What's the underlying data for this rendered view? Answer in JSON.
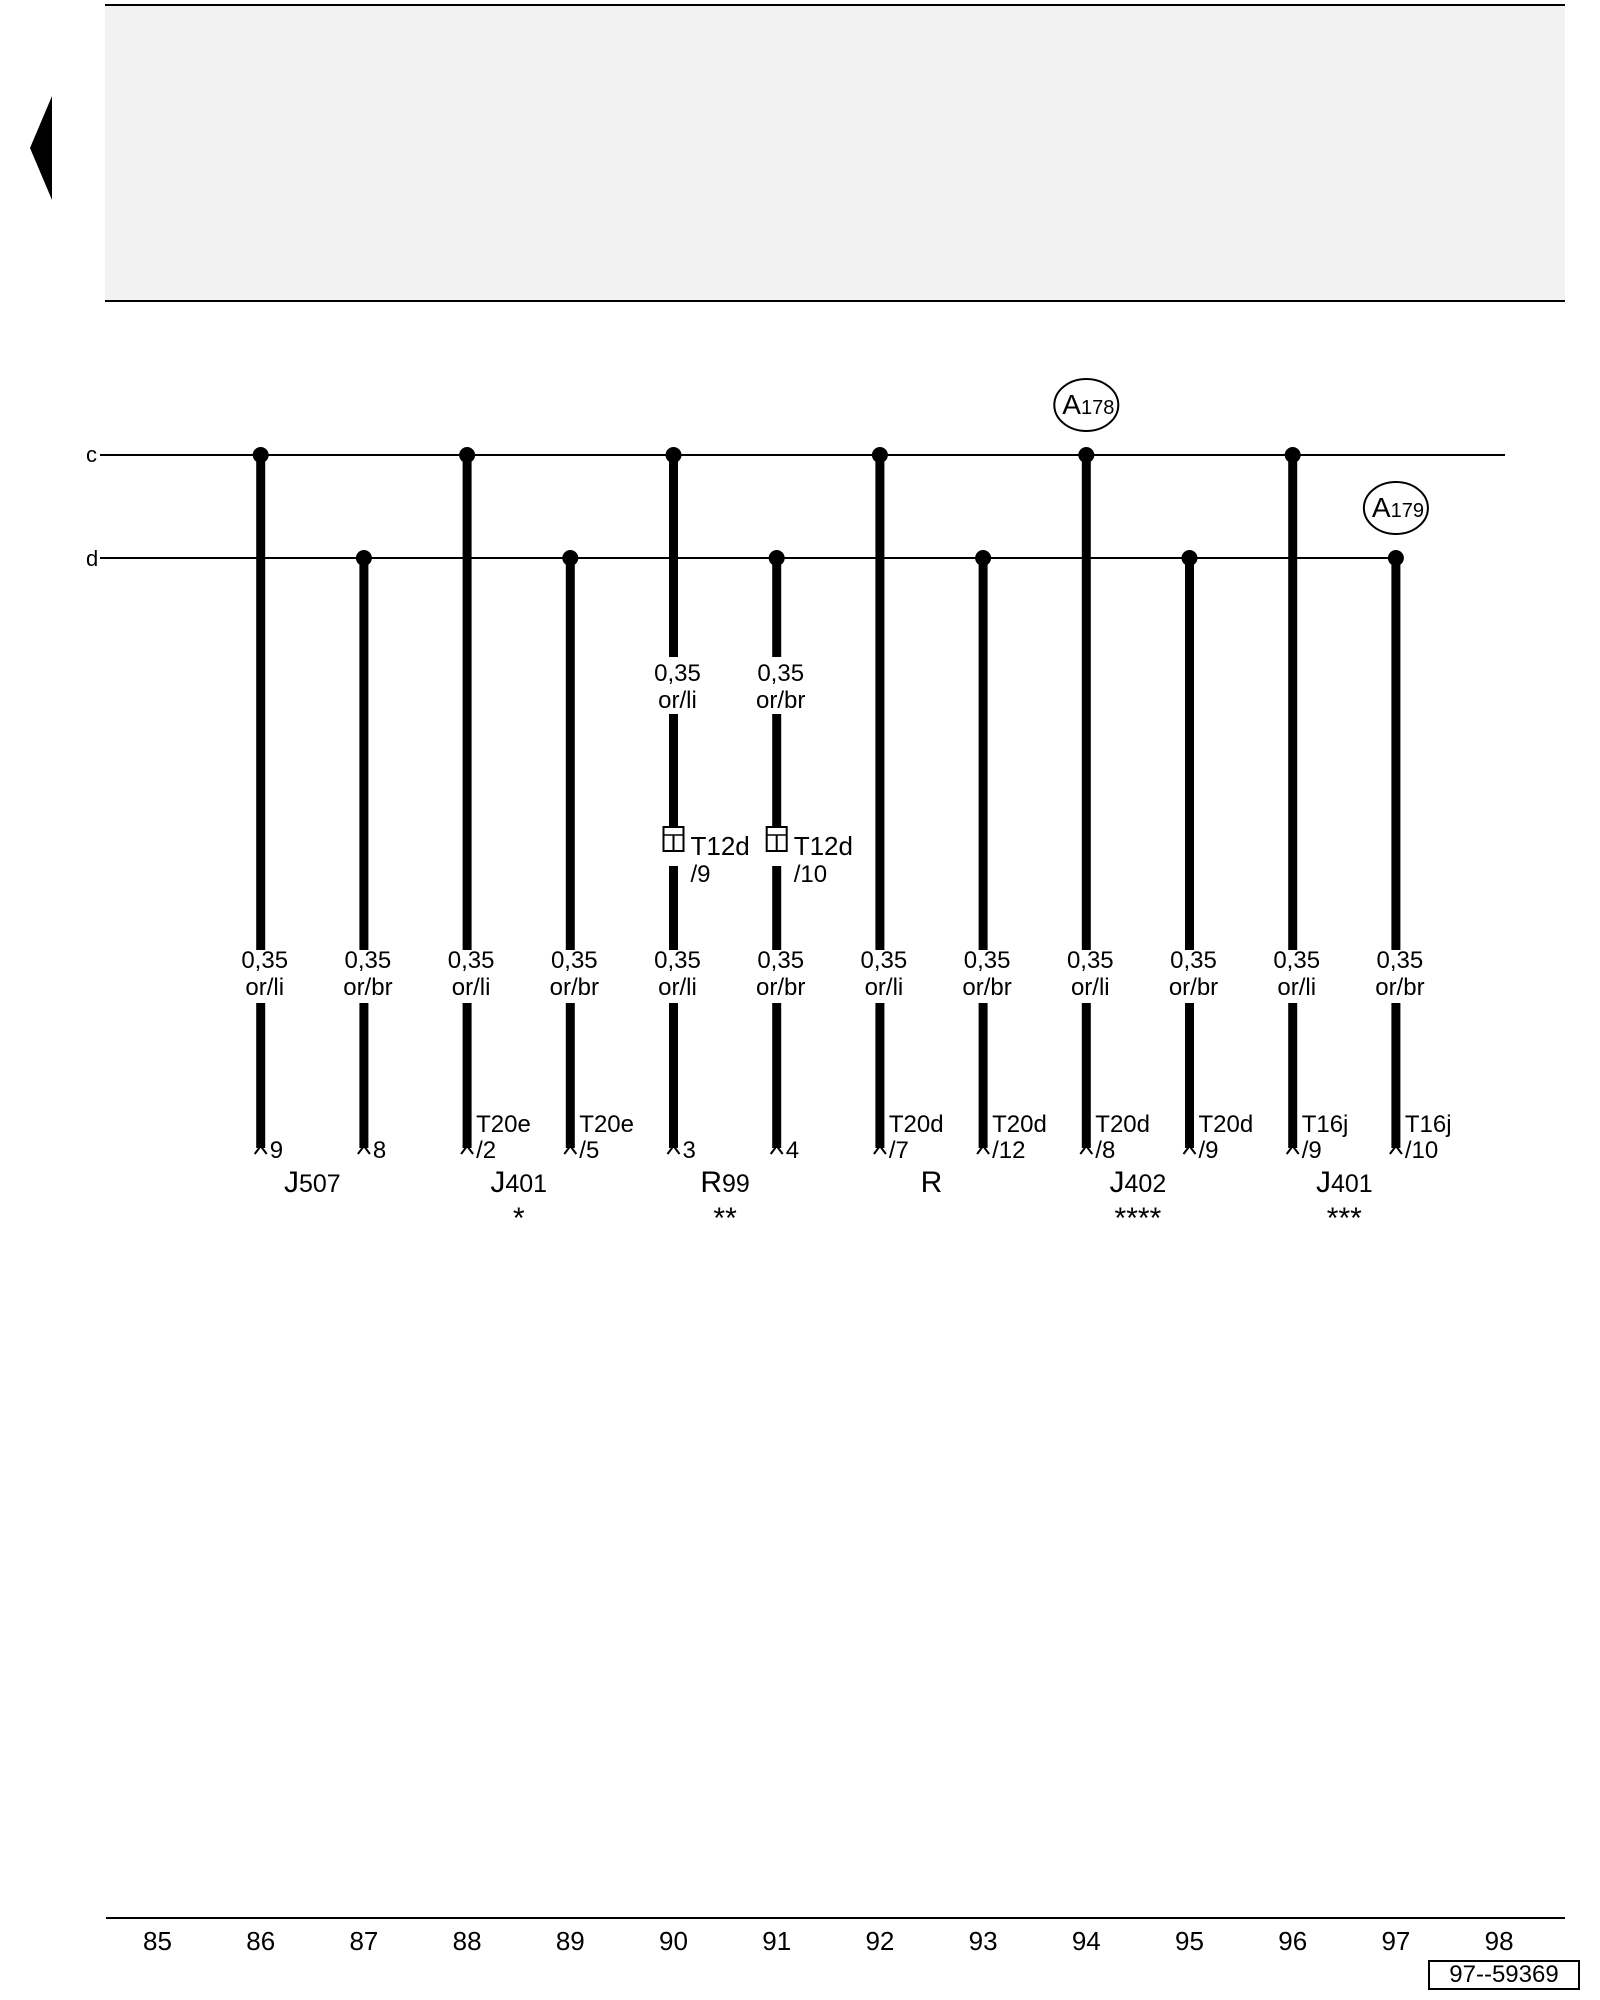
{
  "bus_labels": [
    "c",
    "d"
  ],
  "ground_points": [
    {
      "name": "A",
      "number": "178"
    },
    {
      "name": "A",
      "number": "179"
    }
  ],
  "wires": [
    {
      "column": "86",
      "bus": "c",
      "size": "0,35",
      "color": "or/li",
      "term_top": "",
      "term_bottom": "9"
    },
    {
      "column": "87",
      "bus": "d",
      "size": "0,35",
      "color": "or/br",
      "term_top": "",
      "term_bottom": "8"
    },
    {
      "column": "88",
      "bus": "c",
      "size": "0,35",
      "color": "or/li",
      "term_top": "T20e",
      "term_bottom": "/2"
    },
    {
      "column": "89",
      "bus": "d",
      "size": "0,35",
      "color": "or/br",
      "term_top": "T20e",
      "term_bottom": "/5"
    },
    {
      "column": "90",
      "bus": "c",
      "size": "0,35",
      "color": "or/li",
      "term_top": "",
      "term_bottom": "3",
      "upper_size": "0,35",
      "upper_color": "or/li",
      "connector": "T12d",
      "connector_pin": "/9"
    },
    {
      "column": "91",
      "bus": "d",
      "size": "0,35",
      "color": "or/br",
      "term_top": "",
      "term_bottom": "4",
      "upper_size": "0,35",
      "upper_color": "or/br",
      "connector": "T12d",
      "connector_pin": "/10"
    },
    {
      "column": "92",
      "bus": "c",
      "size": "0,35",
      "color": "or/li",
      "term_top": "T20d",
      "term_bottom": "/7"
    },
    {
      "column": "93",
      "bus": "d",
      "size": "0,35",
      "color": "or/br",
      "term_top": "T20d",
      "term_bottom": "/12"
    },
    {
      "column": "94",
      "bus": "c",
      "size": "0,35",
      "color": "or/li",
      "term_top": "T20d",
      "term_bottom": "/8"
    },
    {
      "column": "95",
      "bus": "d",
      "size": "0,35",
      "color": "or/br",
      "term_top": "T20d",
      "term_bottom": "/9"
    },
    {
      "column": "96",
      "bus": "c",
      "size": "0,35",
      "color": "or/li",
      "term_top": "T16j",
      "term_bottom": "/9"
    },
    {
      "column": "97",
      "bus": "d",
      "size": "0,35",
      "color": "or/br",
      "term_top": "T16j",
      "term_bottom": "/10"
    }
  ],
  "components": [
    {
      "code": "J",
      "number": "507",
      "note": ""
    },
    {
      "code": "J",
      "number": "401",
      "note": "*"
    },
    {
      "code": "R",
      "number": "99",
      "note": "**"
    },
    {
      "code": "R",
      "number": "",
      "note": ""
    },
    {
      "code": "J",
      "number": "402",
      "note": "****"
    },
    {
      "code": "J",
      "number": "401",
      "note": "***"
    }
  ],
  "column_numbers": [
    "85",
    "86",
    "87",
    "88",
    "89",
    "90",
    "91",
    "92",
    "93",
    "94",
    "95",
    "96",
    "97",
    "98"
  ],
  "doc_number": "97--59369"
}
